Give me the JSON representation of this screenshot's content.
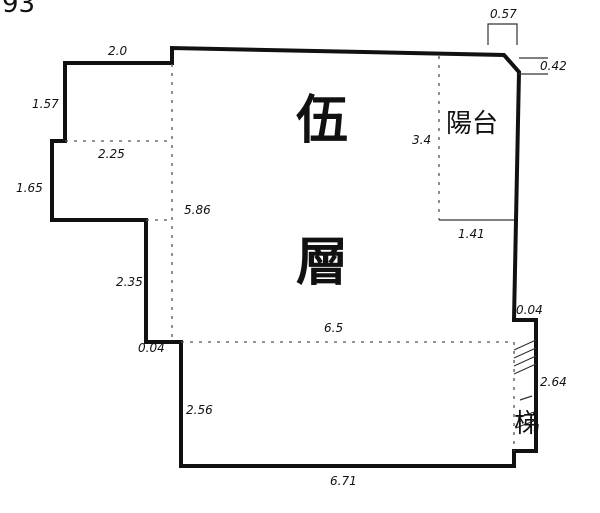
{
  "corner_number": "93",
  "floor_label": [
    "伍",
    "層"
  ],
  "rooms": {
    "balcony": "陽台",
    "stair": "梯"
  },
  "dimensions": {
    "top_left_width": "2.0",
    "left_top_height": "1.57",
    "left_mid_width": "2.25",
    "left_mid_height": "1.65",
    "center_height": "5.86",
    "left_lower_height": "2.35",
    "offset_left": "0.04",
    "middle_width": "6.5",
    "lower_height": "2.56",
    "bottom_width": "6.71",
    "top_corner_width": "0.57",
    "top_corner_height": "0.42",
    "balcony_height": "3.4",
    "balcony_width": "1.41",
    "offset_right": "0.04",
    "stair_height": "2.64"
  }
}
